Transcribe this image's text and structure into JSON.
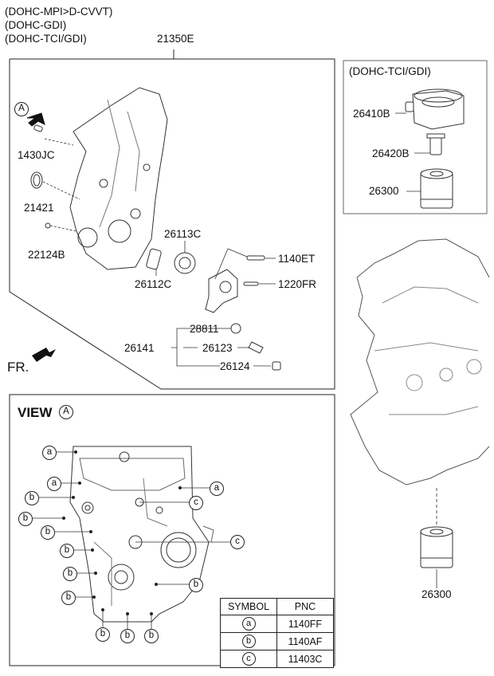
{
  "header": {
    "lines": [
      "(DOHC-MPI>D-CVVT)",
      "(DOHC-GDI)",
      "(DOHC-TCI/GDI)"
    ]
  },
  "main_assembly": {
    "part_no": "21350E"
  },
  "parts": {
    "p1430JC": "1430JC",
    "p21421": "21421",
    "p22124B": "22124B",
    "p26113C": "26113C",
    "p26112C": "26112C",
    "p1140ET": "1140ET",
    "p1220FR": "1220FR",
    "p28811": "28811",
    "p26141": "26141",
    "p26123": "26123",
    "p26124": "26124",
    "view_marker": "A",
    "fr": "FR."
  },
  "inset": {
    "title": "(DOHC-TCI/GDI)",
    "p26410B": "26410B",
    "p26420B": "26420B",
    "p26300": "26300"
  },
  "engine_side": {
    "p26300": "26300"
  },
  "view": {
    "title": "VIEW",
    "marker": "A",
    "callouts": {
      "a": "a",
      "b": "b",
      "c": "c"
    }
  },
  "symbol_table": {
    "headers": [
      "SYMBOL",
      "PNC"
    ],
    "rows": [
      {
        "symbol": "a",
        "pnc": "1140FF"
      },
      {
        "symbol": "b",
        "pnc": "1140AF"
      },
      {
        "symbol": "c",
        "pnc": "11403C"
      }
    ]
  }
}
